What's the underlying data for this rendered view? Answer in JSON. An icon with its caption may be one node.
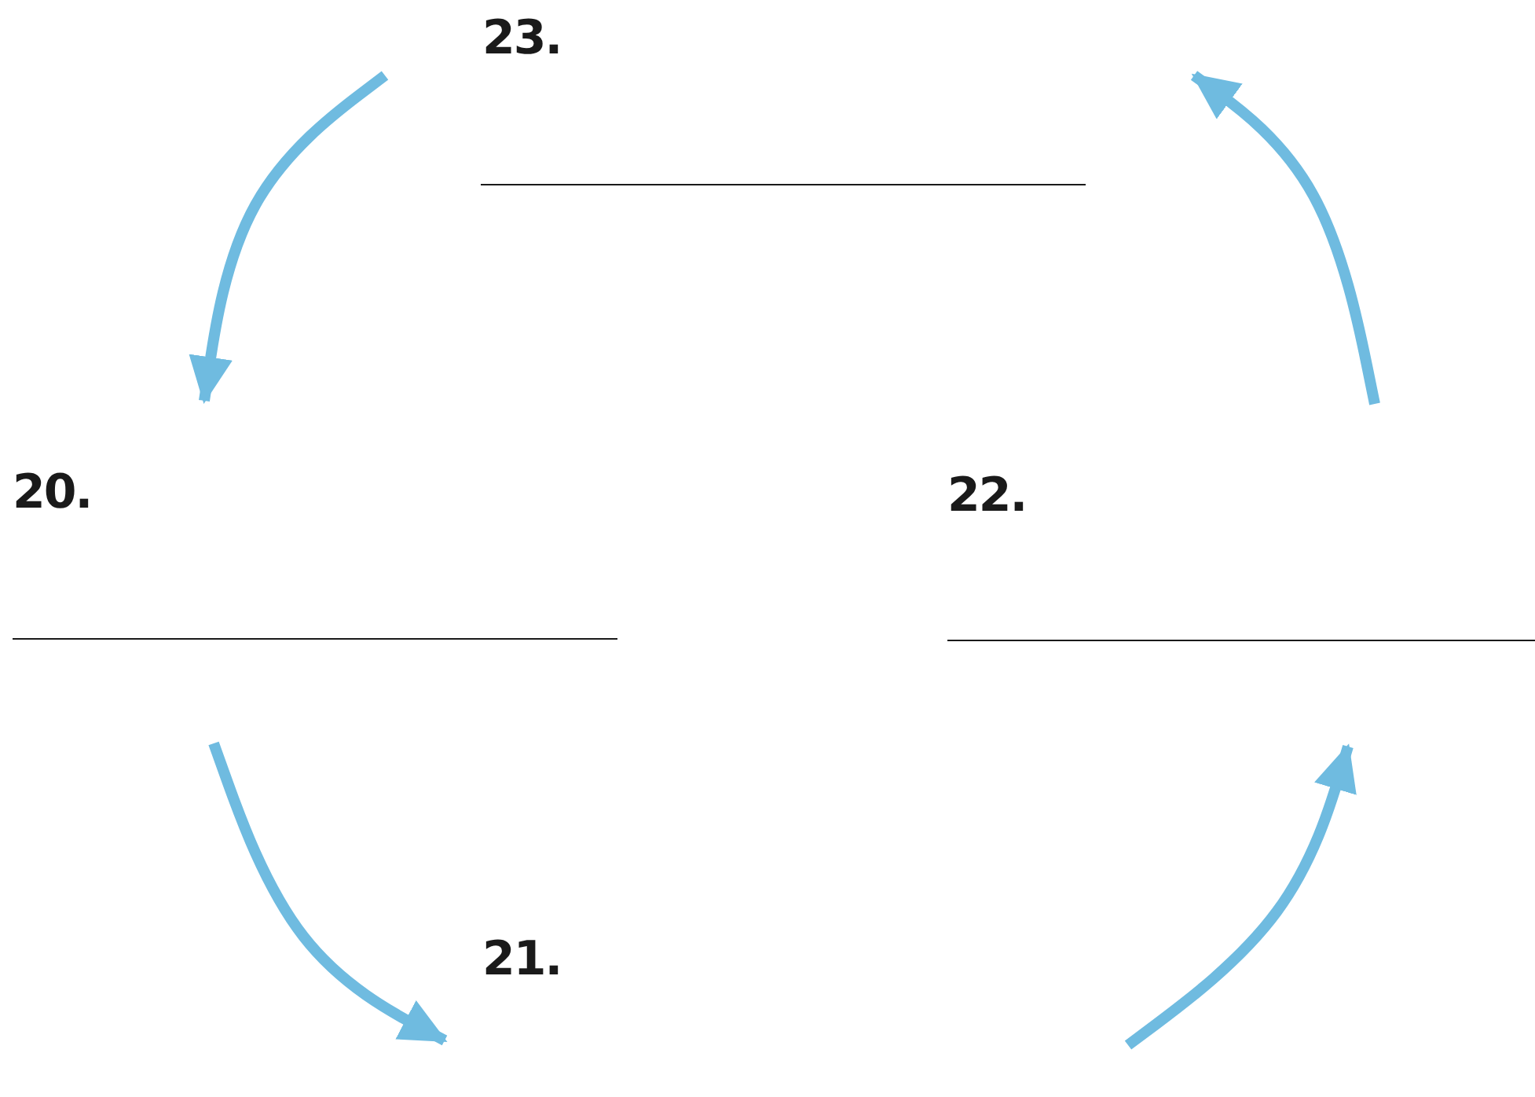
{
  "diagram": {
    "nodes": [
      {
        "text": [
          "23."
        ]
      },
      {
        "text": [
          "20."
        ]
      },
      {
        "text": [
          "22."
        ]
      },
      {
        "text": [
          "21."
        ]
      }
    ],
    "edges": [
      {
        "from": 0,
        "to": 1,
        "arrow": "to"
      },
      {
        "from": 1,
        "to": 3,
        "arrow": "to"
      },
      {
        "from": null,
        "to": 2,
        "arrow": "to"
      },
      {
        "from": 2,
        "to": 0,
        "arrow": "to"
      }
    ]
  }
}
